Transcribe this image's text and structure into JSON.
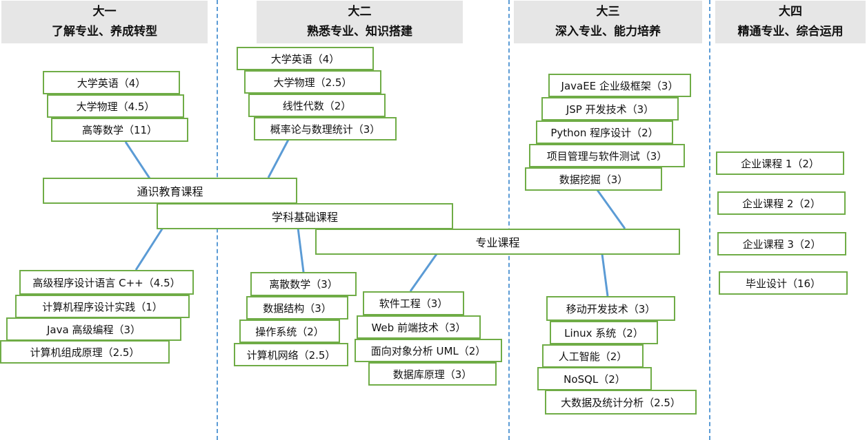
{
  "years": [
    {
      "title": "大一",
      "subtitle": "了解专业、养成转型"
    },
    {
      "title": "大二",
      "subtitle": "熟悉专业、知识搭建"
    },
    {
      "title": "大三",
      "subtitle": "深入专业、能力培养"
    },
    {
      "title": "大四",
      "subtitle": "精通专业、综合运用"
    }
  ],
  "hubs": {
    "general": "通识教育课程",
    "foundation": "学科基础课程",
    "major": "专业课程"
  },
  "y1_top": [
    "大学英语（4）",
    "大学物理（4.5）",
    "高等数学（11）"
  ],
  "y2_top": [
    "大学英语（4）",
    "大学物理（2.5）",
    "线性代数（2）",
    "概率论与数理统计（3）"
  ],
  "y3_top": [
    "JavaEE 企业级框架（3）",
    "JSP 开发技术（3）",
    "Python 程序设计（2）",
    "项目管理与软件测试（3）",
    "数据挖掘（3）"
  ],
  "y1_bottom": [
    "高级程序设计语言 C++（4.5）",
    "计算机程序设计实践（1）",
    "Java 高级编程（3）",
    "计算机组成原理（2.5）"
  ],
  "y2_bottom_a": [
    "离散数学（3）",
    "数据结构（3）",
    "操作系统（2）",
    "计算机网络（2.5）"
  ],
  "y2_bottom_b": [
    "软件工程（3）",
    "Web 前端技术（3）",
    "面向对象分析 UML（2）",
    "数据库原理（3）"
  ],
  "y3_bottom": [
    "移动开发技术（3）",
    "Linux 系统（2）",
    "人工智能（2）",
    "NoSQL（2）",
    "大数据及统计分析（2.5）"
  ],
  "y4": [
    "企业课程 1（2）",
    "企业课程 2（2）",
    "企业课程 3（2）",
    "毕业设计（16）"
  ],
  "colors": {
    "box_border": "#6fac46",
    "connector": "#5b9bd5",
    "divider": "#5b9bd5",
    "header_bg": "#e6e6e6"
  }
}
